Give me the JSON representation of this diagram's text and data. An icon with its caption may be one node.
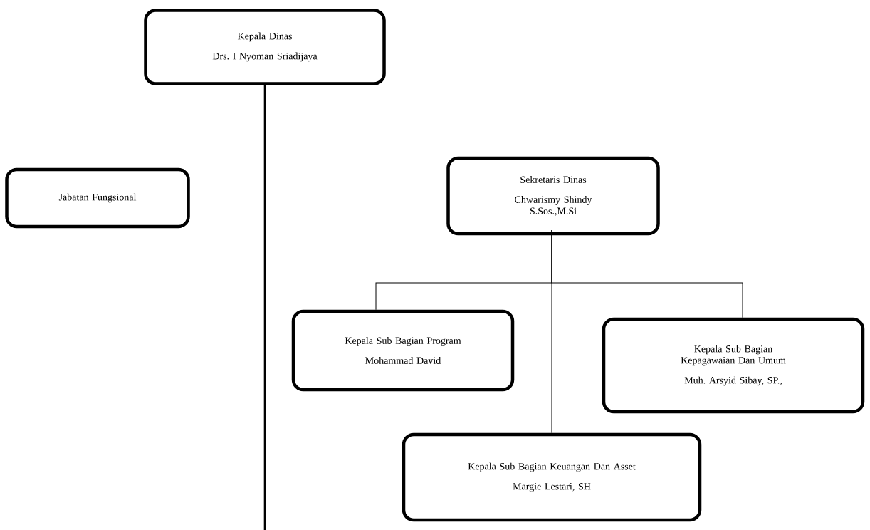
{
  "diagram": {
    "nodes": [
      {
        "text": [
          "Kepala Dinas",
          "Drs. I Nyoman Sriadijaya"
        ]
      },
      {
        "text": [
          "Jabatan Fungsional"
        ]
      },
      {
        "text": [
          "Sekretaris Dinas",
          "Chwarismy Shindy S.Sos.,M.Si"
        ]
      },
      {
        "text": [
          "Kepala Sub Bagian Program",
          "Mohammad David"
        ]
      },
      {
        "text": [
          "Kepala Sub Bagian Kepagawaian Dan Umum",
          "Muh. Arsyid Sibay, SP.,"
        ]
      },
      {
        "text": [
          "Kepala Sub Bagian Keuangan Dan Asset",
          "Margie Lestari, SH"
        ]
      }
    ],
    "edges": [
      {
        "from": 0,
        "to": null,
        "arrow": "none",
        "style": "thick"
      },
      {
        "from": 2,
        "to": 3,
        "arrow": "none"
      },
      {
        "from": 2,
        "to": 4,
        "arrow": "none"
      },
      {
        "from": 2,
        "to": 5,
        "arrow": "none"
      }
    ]
  }
}
